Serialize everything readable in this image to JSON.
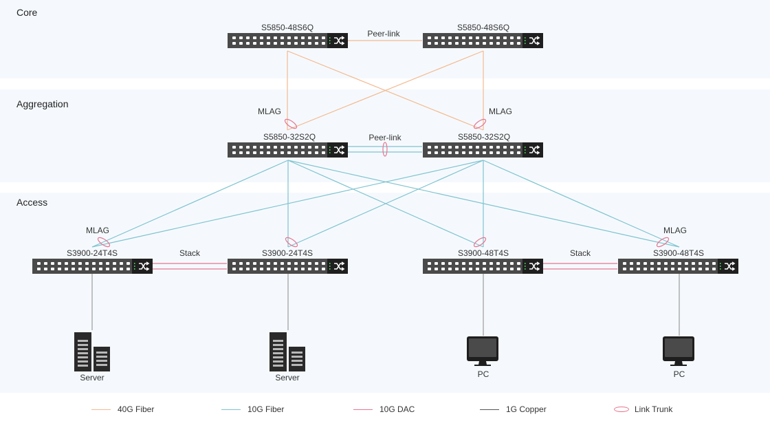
{
  "layers": [
    {
      "name": "Core"
    },
    {
      "name": "Aggregation"
    },
    {
      "name": "Access"
    }
  ],
  "colors": {
    "fiber40g": "#f4b98f",
    "fiber10g": "#7fc3cf",
    "dac10g": "#e8758f",
    "copper1g": "#8a8a8a",
    "switch_body": "#4a4a4a",
    "switch_panel": "#1f1f1f",
    "band_bg": "#f5f9fd"
  },
  "switches": {
    "core_left": {
      "model": "S5850-48S6Q"
    },
    "core_right": {
      "model": "S5850-48S6Q"
    },
    "agg_left": {
      "model": "S5850-32S2Q"
    },
    "agg_right": {
      "model": "S5850-32S2Q"
    },
    "acc_1": {
      "model": "S3900-24T4S"
    },
    "acc_2": {
      "model": "S3900-24T4S"
    },
    "acc_3": {
      "model": "S3900-48T4S"
    },
    "acc_4": {
      "model": "S3900-48T4S"
    }
  },
  "link_labels": {
    "core_peer": "Peer-link",
    "agg_peer": "Peer-link",
    "mlag_left": "MLAG",
    "mlag_right": "MLAG",
    "mlag_acc1": "MLAG",
    "mlag_acc4": "MLAG",
    "stack_left": "Stack",
    "stack_right": "Stack"
  },
  "endpoints": [
    {
      "type": "server",
      "label": "Server"
    },
    {
      "type": "server",
      "label": "Server"
    },
    {
      "type": "pc",
      "label": "PC"
    },
    {
      "type": "pc",
      "label": "PC"
    }
  ],
  "legend": [
    {
      "label": "40G Fiber",
      "kind": "line",
      "color": "#f4b98f"
    },
    {
      "label": "10G Fiber",
      "kind": "line",
      "color": "#7fc3cf"
    },
    {
      "label": "10G DAC",
      "kind": "line",
      "color": "#e8758f"
    },
    {
      "label": "1G Copper",
      "kind": "line",
      "color": "#555555"
    },
    {
      "label": "Link Trunk",
      "kind": "ellipse",
      "color": "#e8758f"
    }
  ]
}
